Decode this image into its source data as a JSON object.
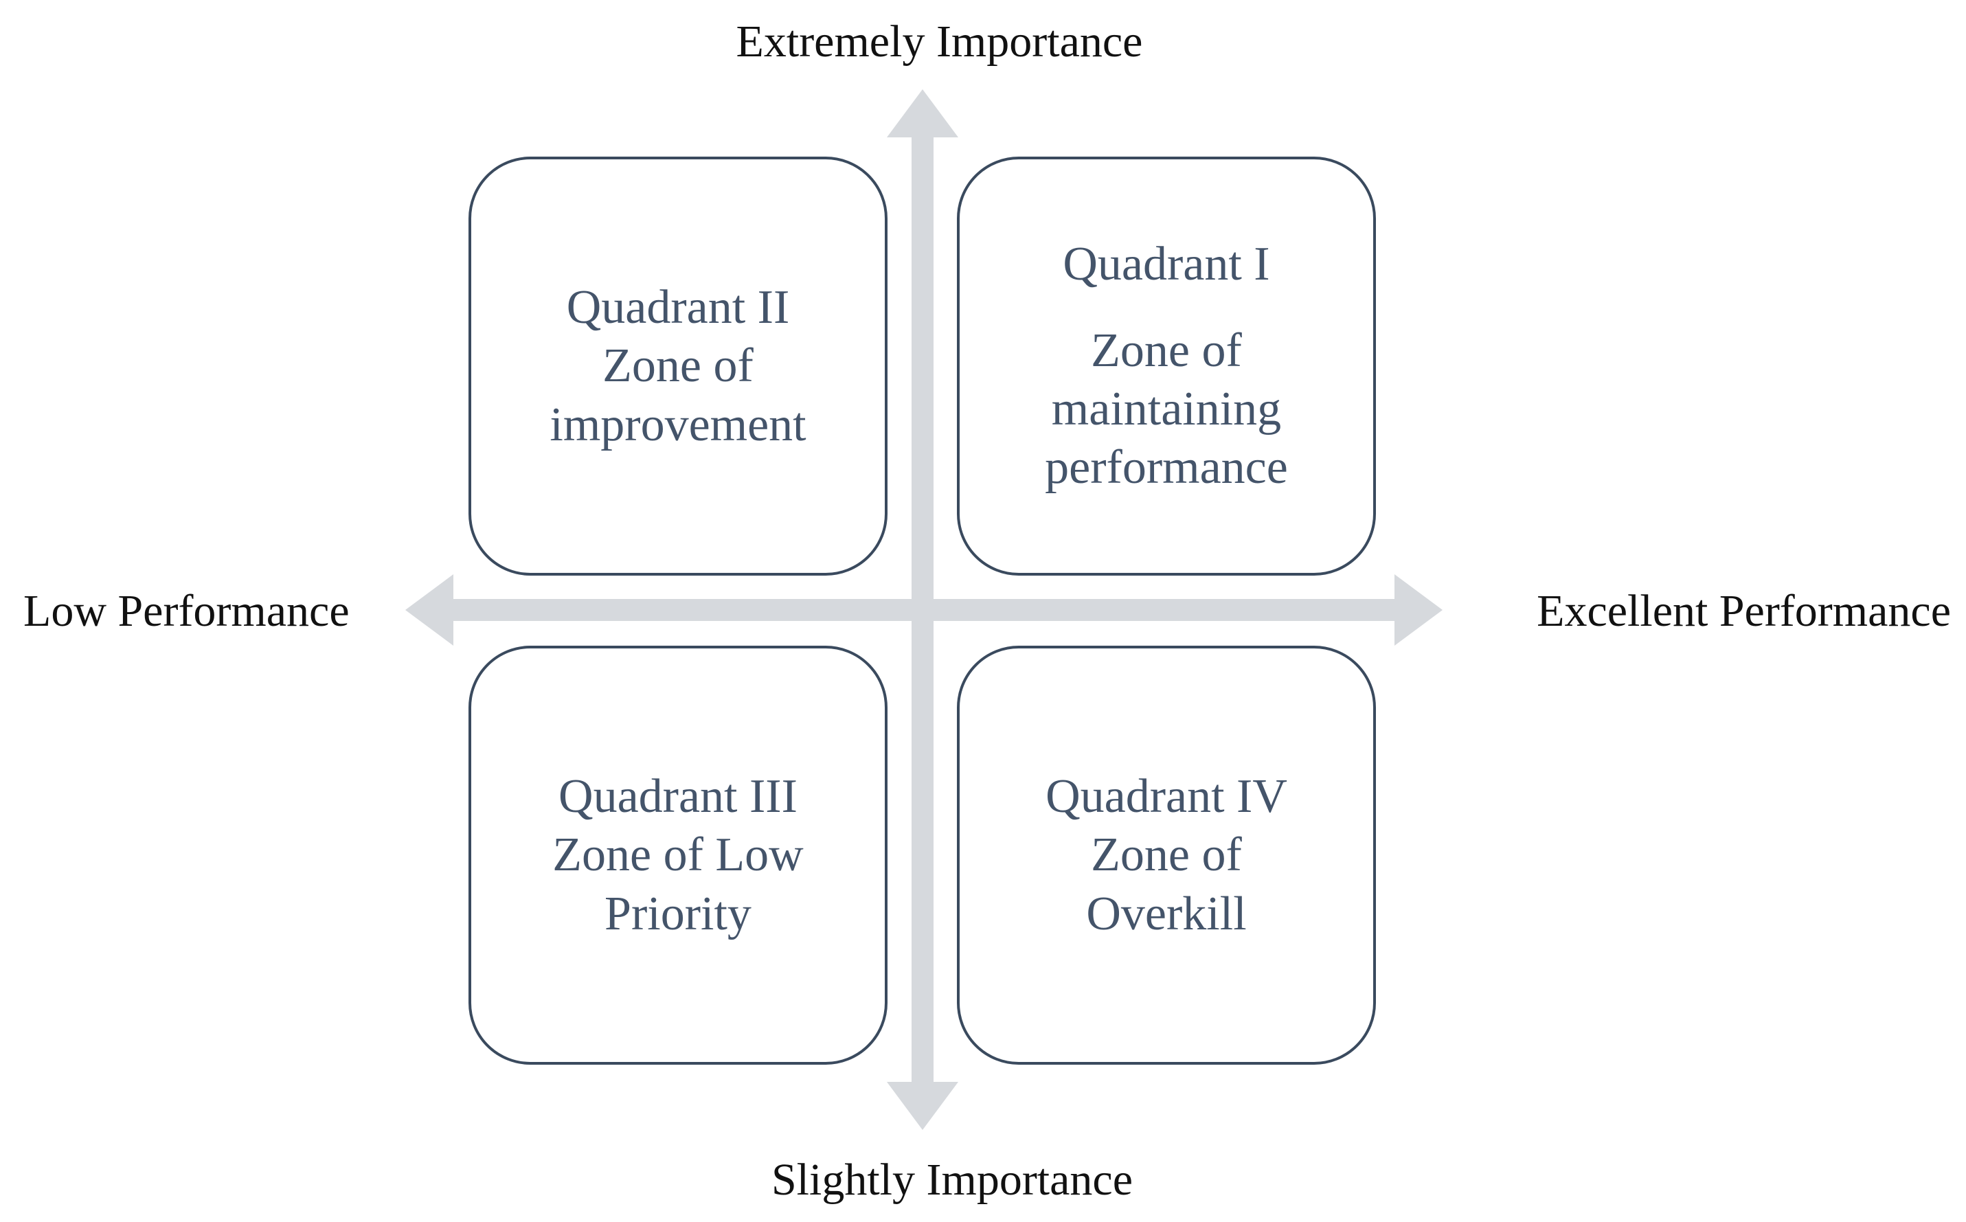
{
  "axes": {
    "top_label": "Extremely Importance",
    "bottom_label": "Slightly Importance",
    "left_label": "Low Performance",
    "right_label": "Excellent Performance",
    "arrow_color": "#d6d9dd"
  },
  "quadrants": {
    "q1": {
      "title": "Quadrant I",
      "zone": "Zone of\nmaintaining\nperformance"
    },
    "q2": {
      "title": "Quadrant II",
      "zone": "Zone of\nimprovement"
    },
    "q3": {
      "title": "Quadrant III",
      "zone": "Zone of Low\nPriority"
    },
    "q4": {
      "title": "Quadrant IV",
      "zone": "Zone of\nOverkill"
    }
  },
  "colors": {
    "box_border": "#3a4a5e",
    "box_text": "#44546a",
    "axis_text": "#111111"
  }
}
